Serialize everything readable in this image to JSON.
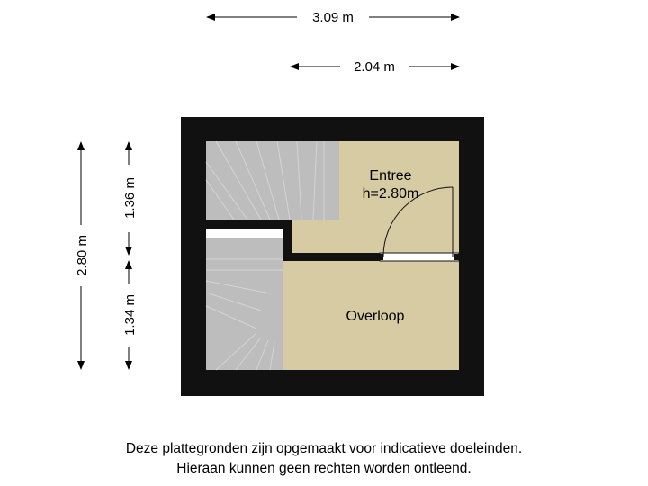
{
  "dimensions": {
    "top_total": "3.09 m",
    "top_inner": "2.04 m",
    "left_total": "2.80 m",
    "left_upper": "1.36 m",
    "left_lower": "1.34 m"
  },
  "rooms": {
    "entree_name": "Entree",
    "entree_height": "h=2.80m",
    "overloop_name": "Overloop"
  },
  "disclaimer": {
    "line1": "Deze plattegronden zijn opgemaakt voor indicatieve doeleinden.",
    "line2": "Hieraan kunnen geen rechten worden ontleend."
  },
  "colors": {
    "wall": "#111111",
    "floor": "#d7cba3",
    "stairs": "#bdbdbd"
  }
}
